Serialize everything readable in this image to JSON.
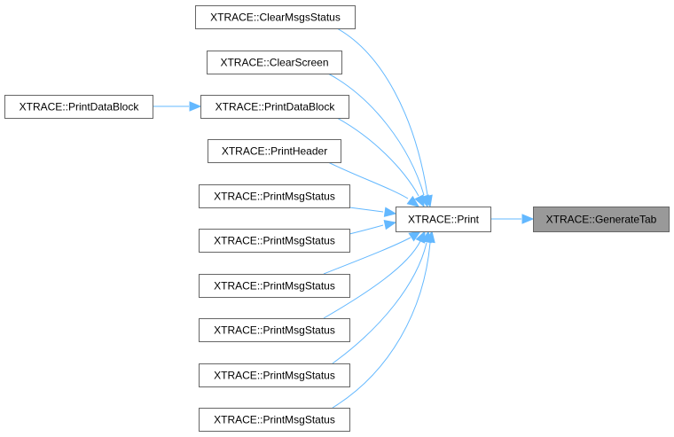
{
  "graph": {
    "nodes": [
      {
        "id": "n_print_caller",
        "label": "XTRACE::PrintDataBlock",
        "interactable": true
      },
      {
        "id": "n_clear_msgs",
        "label": "XTRACE::ClearMsgsStatus",
        "interactable": true
      },
      {
        "id": "n_clear_screen",
        "label": "XTRACE::ClearScreen",
        "interactable": true
      },
      {
        "id": "n_print_data",
        "label": "XTRACE::PrintDataBlock",
        "interactable": true
      },
      {
        "id": "n_print_header",
        "label": "XTRACE::PrintHeader",
        "interactable": true
      },
      {
        "id": "n_msg1",
        "label": "XTRACE::PrintMsgStatus",
        "interactable": true
      },
      {
        "id": "n_msg2",
        "label": "XTRACE::PrintMsgStatus",
        "interactable": true
      },
      {
        "id": "n_msg3",
        "label": "XTRACE::PrintMsgStatus",
        "interactable": true
      },
      {
        "id": "n_msg4",
        "label": "XTRACE::PrintMsgStatus",
        "interactable": true
      },
      {
        "id": "n_msg5",
        "label": "XTRACE::PrintMsgStatus",
        "interactable": true
      },
      {
        "id": "n_msg6",
        "label": "XTRACE::PrintMsgStatus",
        "interactable": true
      },
      {
        "id": "n_print",
        "label": "XTRACE::Print",
        "interactable": true
      },
      {
        "id": "n_generate_tab",
        "label": "XTRACE::GenerateTab",
        "interactable": false,
        "focus": true
      }
    ],
    "edges": [
      {
        "from": "n_print_caller",
        "to": "n_print_data"
      },
      {
        "from": "n_clear_msgs",
        "to": "n_print"
      },
      {
        "from": "n_clear_screen",
        "to": "n_print"
      },
      {
        "from": "n_print_data",
        "to": "n_print"
      },
      {
        "from": "n_print_header",
        "to": "n_print"
      },
      {
        "from": "n_msg1",
        "to": "n_print"
      },
      {
        "from": "n_msg2",
        "to": "n_print"
      },
      {
        "from": "n_msg3",
        "to": "n_print"
      },
      {
        "from": "n_msg4",
        "to": "n_print"
      },
      {
        "from": "n_msg5",
        "to": "n_print"
      },
      {
        "from": "n_msg6",
        "to": "n_print"
      },
      {
        "from": "n_print",
        "to": "n_generate_tab"
      }
    ],
    "colors": {
      "edge": "#63b8ff",
      "node_border": "#666666",
      "node_fill": "#ffffff",
      "focus_fill": "#999999"
    }
  }
}
